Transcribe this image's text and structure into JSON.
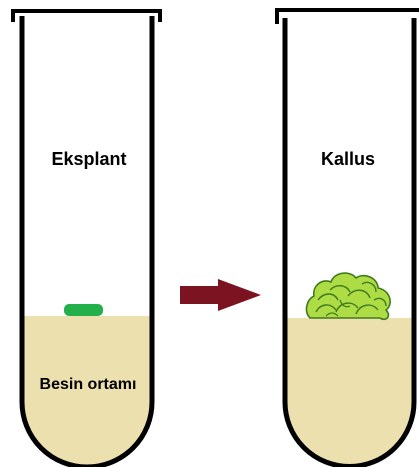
{
  "left_tube": {
    "top_label": "Eksplant",
    "bottom_label": "Besin ortamı"
  },
  "right_tube": {
    "top_label": "Kallus"
  },
  "colors": {
    "medium": "#ece0ae",
    "outline": "#000000",
    "explant": "#23b04b",
    "callus_fill": "#aedc45",
    "callus_lines": "#3f7a1e",
    "arrow": "#7b1420",
    "background": "#ffffff"
  }
}
